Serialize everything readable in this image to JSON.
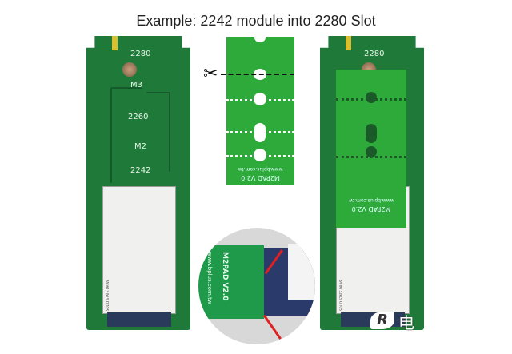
{
  "title": "Example: 2242 module into 2280 Slot",
  "left_board": {
    "labels": [
      "2280",
      "M3",
      "2260",
      "M2",
      "2242"
    ]
  },
  "cut_board": {
    "brand": "www.bplus.com.tw",
    "model": "M2PAD V2.0",
    "icon": "scissors-icon"
  },
  "right_board": {
    "labels": [
      "2280"
    ],
    "brand": "www.bplus.com.tw",
    "model": "M2PAD V2.0"
  },
  "ssd_label": "SOLID STATE DRIVE",
  "inset": {
    "text": "M2PAD V2.0",
    "brand": "www.bplus.com.tw"
  },
  "watermark": "电",
  "colors": {
    "pcb": "#1f7a3a",
    "card": "#2eaa3a",
    "arrow": "#e02020"
  }
}
